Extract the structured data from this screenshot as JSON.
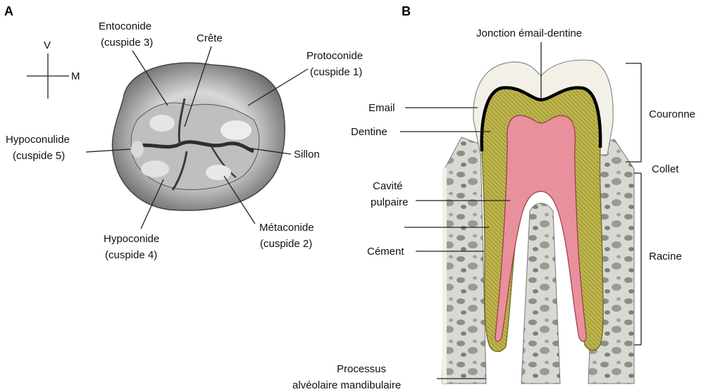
{
  "panel_a": {
    "letter": "A",
    "orientation": {
      "vertical": "V",
      "horizontal": "M"
    },
    "labels": {
      "entoconide": "Entoconide",
      "entoconide_sub": "(cuspide 3)",
      "crete": "Crête",
      "protoconide": "Protoconide",
      "protoconide_sub": "(cuspide 1)",
      "hypoconulide": "Hypoconulide",
      "hypoconulide_sub": "(cuspide 5)",
      "sillon": "Sillon",
      "hypoconide": "Hypoconide",
      "hypoconide_sub": "(cuspide 4)",
      "metaconide": "Métaconide",
      "metaconide_sub": "(cuspide 2)"
    }
  },
  "panel_b": {
    "letter": "B",
    "labels": {
      "jonction": "Jonction émail-dentine",
      "email": "Email",
      "dentine": "Dentine",
      "cavite": "Cavité",
      "cavite_sub": "pulpaire",
      "cement": "Cément",
      "couronne": "Couronne",
      "collet": "Collet",
      "racine": "Racine",
      "processus": "Processus",
      "processus_sub": "alvéolaire mandibulaire"
    }
  },
  "colors": {
    "enamel": "#f4f1ea",
    "dentine": "#b9b14a",
    "pulp": "#e58f9a",
    "bone": "#dcdcd6",
    "tooth_surface": "#c8c8c8"
  }
}
